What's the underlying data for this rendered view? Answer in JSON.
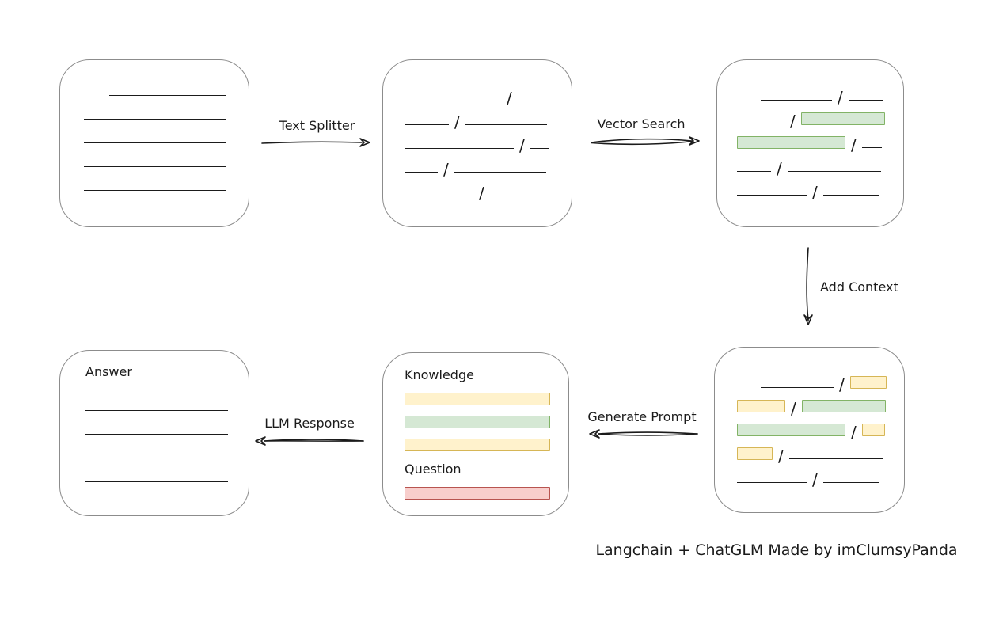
{
  "palette": {
    "ink": "#1b1b1b",
    "box_stroke": "#8c8c8c",
    "green_fill": "#d5e8d4",
    "green_stroke": "#82b366",
    "yellow_fill": "#fff2cc",
    "yellow_stroke": "#d6b656",
    "red_fill": "#f8cecc",
    "red_stroke": "#b85450"
  },
  "arrows": {
    "text_splitter": "Text Splitter",
    "vector_search": "Vector Search",
    "add_context": "Add Context",
    "generate_prompt": "Generate Prompt",
    "llm_response": "LLM Response"
  },
  "boxes": {
    "document": {
      "lines": [
        {
          "indent": 32,
          "w": 148
        },
        {
          "indent": 0,
          "w": 180
        },
        {
          "indent": 0,
          "w": 180
        },
        {
          "indent": 0,
          "w": 180
        },
        {
          "indent": 0,
          "w": 180
        }
      ]
    },
    "split_chunks": {
      "rows": [
        {
          "indent": 29,
          "segs": [
            {
              "t": "line",
              "w": 92
            },
            {
              "t": "slash"
            },
            {
              "t": "line",
              "w": 42
            }
          ]
        },
        {
          "indent": 0,
          "segs": [
            {
              "t": "line",
              "w": 55
            },
            {
              "t": "slash"
            },
            {
              "t": "line",
              "w": 103
            }
          ]
        },
        {
          "indent": 0,
          "segs": [
            {
              "t": "line",
              "w": 137
            },
            {
              "t": "slash"
            },
            {
              "t": "line",
              "w": 24
            }
          ]
        },
        {
          "indent": 0,
          "segs": [
            {
              "t": "line",
              "w": 41
            },
            {
              "t": "slash"
            },
            {
              "t": "line",
              "w": 116
            }
          ]
        },
        {
          "indent": 0,
          "segs": [
            {
              "t": "line",
              "w": 86
            },
            {
              "t": "slash"
            },
            {
              "t": "line",
              "w": 72
            }
          ]
        }
      ]
    },
    "retrieved_chunks": {
      "rows": [
        {
          "indent": 30,
          "segs": [
            {
              "t": "line",
              "w": 90
            },
            {
              "t": "slash"
            },
            {
              "t": "line",
              "w": 44
            }
          ]
        },
        {
          "indent": 0,
          "segs": [
            {
              "t": "line",
              "w": 60
            },
            {
              "t": "slash"
            },
            {
              "t": "bar-green",
              "w": 104
            }
          ]
        },
        {
          "indent": 0,
          "segs": [
            {
              "t": "bar-green",
              "w": 135
            },
            {
              "t": "slash"
            },
            {
              "t": "line",
              "w": 25
            }
          ]
        },
        {
          "indent": 0,
          "segs": [
            {
              "t": "line",
              "w": 43
            },
            {
              "t": "slash"
            },
            {
              "t": "line",
              "w": 118
            }
          ]
        },
        {
          "indent": 0,
          "segs": [
            {
              "t": "line",
              "w": 88
            },
            {
              "t": "slash"
            },
            {
              "t": "line",
              "w": 70
            }
          ]
        }
      ]
    },
    "context_chunks": {
      "rows": [
        {
          "indent": 30,
          "segs": [
            {
              "t": "line",
              "w": 92
            },
            {
              "t": "slash"
            },
            {
              "t": "bar-yellow",
              "w": 44
            }
          ]
        },
        {
          "indent": 0,
          "segs": [
            {
              "t": "bar-yellow",
              "w": 59
            },
            {
              "t": "slash"
            },
            {
              "t": "bar-green",
              "w": 104
            }
          ]
        },
        {
          "indent": 0,
          "segs": [
            {
              "t": "bar-green",
              "w": 135
            },
            {
              "t": "slash"
            },
            {
              "t": "bar-yellow",
              "w": 27
            }
          ]
        },
        {
          "indent": 0,
          "segs": [
            {
              "t": "bar-yellow",
              "w": 43
            },
            {
              "t": "slash"
            },
            {
              "t": "line",
              "w": 118
            }
          ]
        },
        {
          "indent": 0,
          "segs": [
            {
              "t": "line",
              "w": 88
            },
            {
              "t": "slash"
            },
            {
              "t": "line",
              "w": 70
            }
          ]
        }
      ]
    },
    "prompt": {
      "knowledge_label": "Knowledge",
      "question_label": "Question",
      "knowledge_bars": [
        "yellow",
        "green",
        "yellow"
      ],
      "question_bars": [
        "red"
      ]
    },
    "answer": {
      "label": "Answer",
      "lines": [
        {
          "indent": 0,
          "w": 180
        },
        {
          "indent": 0,
          "w": 180
        },
        {
          "indent": 0,
          "w": 180
        },
        {
          "indent": 0,
          "w": 180
        }
      ]
    }
  },
  "caption": "Langchain + ChatGLM Made by imClumsyPanda"
}
